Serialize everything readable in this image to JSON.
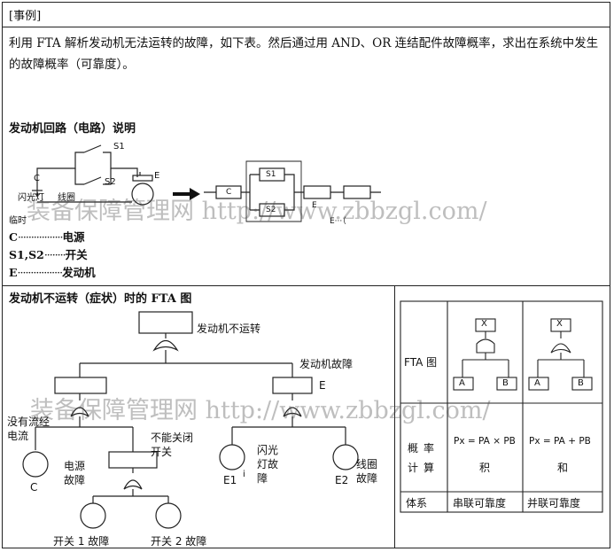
{
  "case_tag": "[事例]",
  "intro_text": "利用 FTA 解析发动机无法运转的故障，如下表。然后通过用 AND、OR 连结配件故障概率，求出在系统中发生的故障概率（可靠度）。",
  "circuit": {
    "heading": "发动机回路（电路）说明",
    "labels": {
      "c": "C",
      "s1": "S1",
      "s2": "S2",
      "e": "E",
      "flashlight": "闪光灯",
      "coil": "线圈",
      "c_box": "C",
      "s1_box": "S1",
      "s2_box": "S2",
      "e_box": "E",
      "e_dots": "E···（",
      "temp": "临时"
    },
    "legend": [
      {
        "key": "C",
        "dots": "·················",
        "value": "电源"
      },
      {
        "key": "S1,S2",
        "dots": "········",
        "value": "开关"
      },
      {
        "key": "E",
        "dots": "·················",
        "value": "发动机"
      }
    ]
  },
  "fta": {
    "heading": "发动机不运转（症状）时的 FTA 图",
    "top_event": "发动机不运转",
    "engine_fault": "发动机故障",
    "engine_fault_code": "E",
    "no_current": "没有流经电流",
    "not_closed": "不能关闭开关",
    "power_fault": "电源故障",
    "power_code": "C",
    "flash_fault": "闪光灯故障",
    "flash_code": "E1",
    "flash_i": "i",
    "coil_fault": "线圈故障",
    "coil_code": "E2",
    "switch1_fault": "开关 1 故障",
    "switch2_fault": "开关 2 故障"
  },
  "table": {
    "row_fta": "FTA 图",
    "row_prob": "概率计算",
    "row_system": "体系",
    "and_col": {
      "top": "X",
      "a": "A",
      "b": "B",
      "formula": "Px = PA × PB",
      "word": "积",
      "system": "串联可靠度"
    },
    "or_col": {
      "top": "X",
      "a": "A",
      "b": "B",
      "formula": "Px = PA + PB",
      "word": "和",
      "system": "并联可靠度"
    }
  },
  "watermark": "装备保障管理网 http://www.zbbzgl.com/"
}
